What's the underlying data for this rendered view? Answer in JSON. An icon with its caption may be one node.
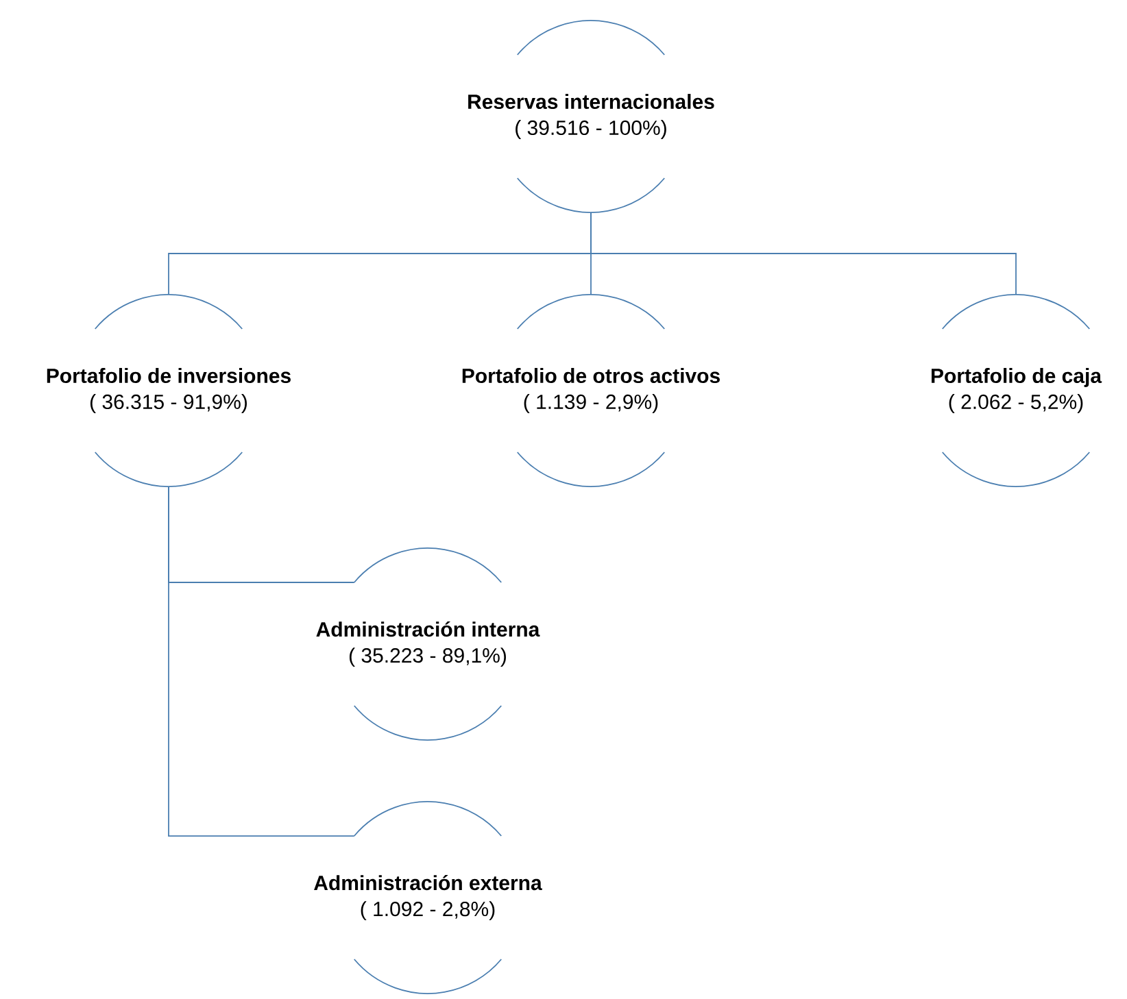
{
  "diagram": {
    "nodes": [
      {
        "text": [
          "Reservas internacionales",
          "( 39.516 - 100%)"
        ]
      },
      {
        "text": [
          "Portafolio de inversiones",
          "( 36.315 - 91,9%)"
        ]
      },
      {
        "text": [
          "Portafolio de otros activos",
          "( 1.139 - 2,9%)"
        ]
      },
      {
        "text": [
          "Portafolio de caja",
          "( 2.062 - 5,2%)"
        ]
      },
      {
        "text": [
          "Administración interna",
          "( 35.223 - 89,1%)"
        ]
      },
      {
        "text": [
          "Administración externa",
          "( 1.092 - 2,8%)"
        ]
      }
    ],
    "edges": [
      {
        "from": 0,
        "to": 1,
        "arrow": "none"
      },
      {
        "from": 0,
        "to": 2,
        "arrow": "none"
      },
      {
        "from": 0,
        "to": 3,
        "arrow": "none"
      },
      {
        "from": 1,
        "to": 4,
        "arrow": "none"
      },
      {
        "from": 1,
        "to": 5,
        "arrow": "none"
      }
    ]
  }
}
